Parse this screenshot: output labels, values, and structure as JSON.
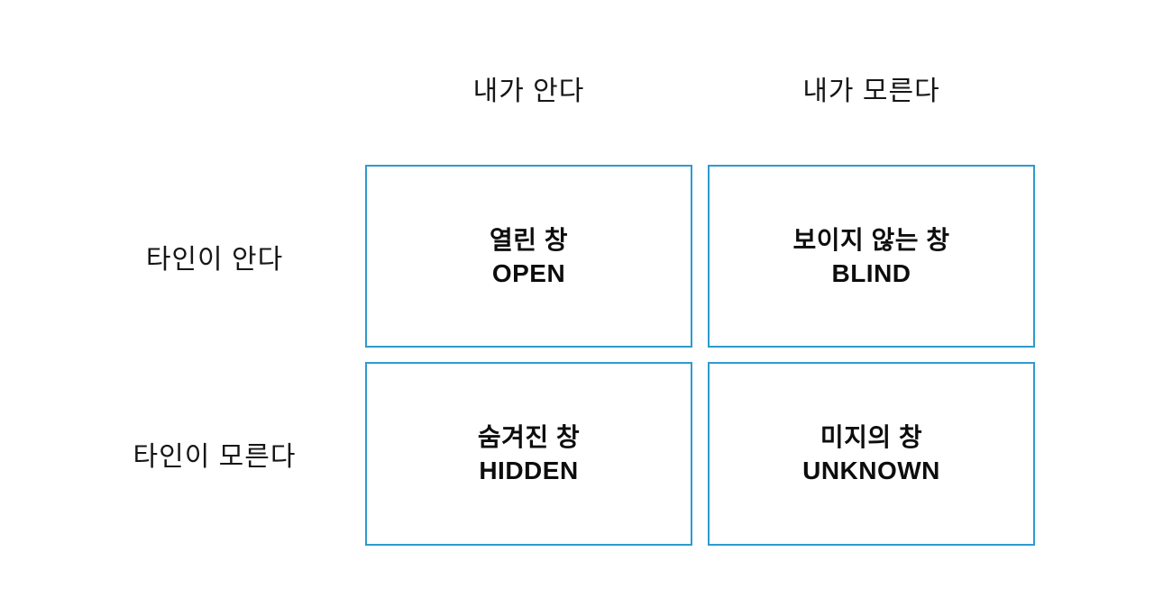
{
  "johari_window": {
    "column_headers": [
      "내가 안다",
      "내가 모른다"
    ],
    "row_headers": [
      "타인이 안다",
      "타인이 모른다"
    ],
    "quadrants": [
      {
        "id": "open",
        "korean": "열린 창",
        "english": "OPEN"
      },
      {
        "id": "blind",
        "korean": "보이지 않는 창",
        "english": "BLIND"
      },
      {
        "id": "hidden",
        "korean": "숨겨진 창",
        "english": "HIDDEN"
      },
      {
        "id": "unknown",
        "korean": "미지의 창",
        "english": "UNKNOWN"
      }
    ],
    "colors": {
      "box_border": "#2e9bcd",
      "text": "#0d0d0d",
      "background": "#ffffff"
    }
  }
}
